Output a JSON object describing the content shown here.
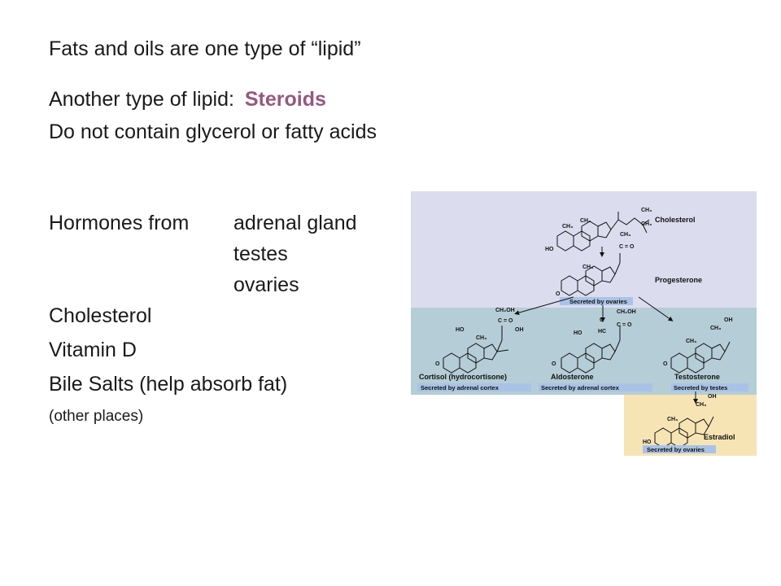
{
  "text": {
    "line1": "Fats and oils are one type of “lipid”",
    "line2_prefix": "Another type of lipid:",
    "line2_highlight": "Steroids",
    "line3": "Do not contain glycerol or fatty acids",
    "hormones_label": "Hormones from",
    "hormones_source1": "adrenal gland",
    "hormones_source2": "testes",
    "hormones_source3": "ovaries",
    "item_cholesterol": "Cholesterol",
    "item_vitamin_d": "Vitamin D",
    "item_bile_salts": "Bile Salts (help absorb fat)",
    "item_other": "(other places)"
  },
  "figure": {
    "molecules": {
      "cholesterol": "Cholesterol",
      "progesterone": "Progesterone",
      "cortisol": "Cortisol (hydrocortisone)",
      "aldosterone": "Aldosterone",
      "testosterone": "Testosterone",
      "estradiol": "Estradiol"
    },
    "notes": {
      "progesterone": "Secreted by ovaries",
      "cortisol": "Secreted by adrenal cortex",
      "aldosterone": "Secreted by adrenal cortex",
      "testosterone": "Secreted by testes",
      "estradiol": "Secreted by ovaries"
    },
    "atoms": {
      "ch3": "CH₃",
      "oh": "OH",
      "ho": "HO",
      "o": "O",
      "c_eq_o": "C = O",
      "ch2oh": "CH₂OH",
      "hc": "HC"
    },
    "colors": {
      "top_band": "#dcdcef",
      "middle_band": "#b5cdd6",
      "bottom_band": "#f7e4b5",
      "note_fill": "#a9c3e6",
      "accent_text": "#96587f"
    }
  }
}
